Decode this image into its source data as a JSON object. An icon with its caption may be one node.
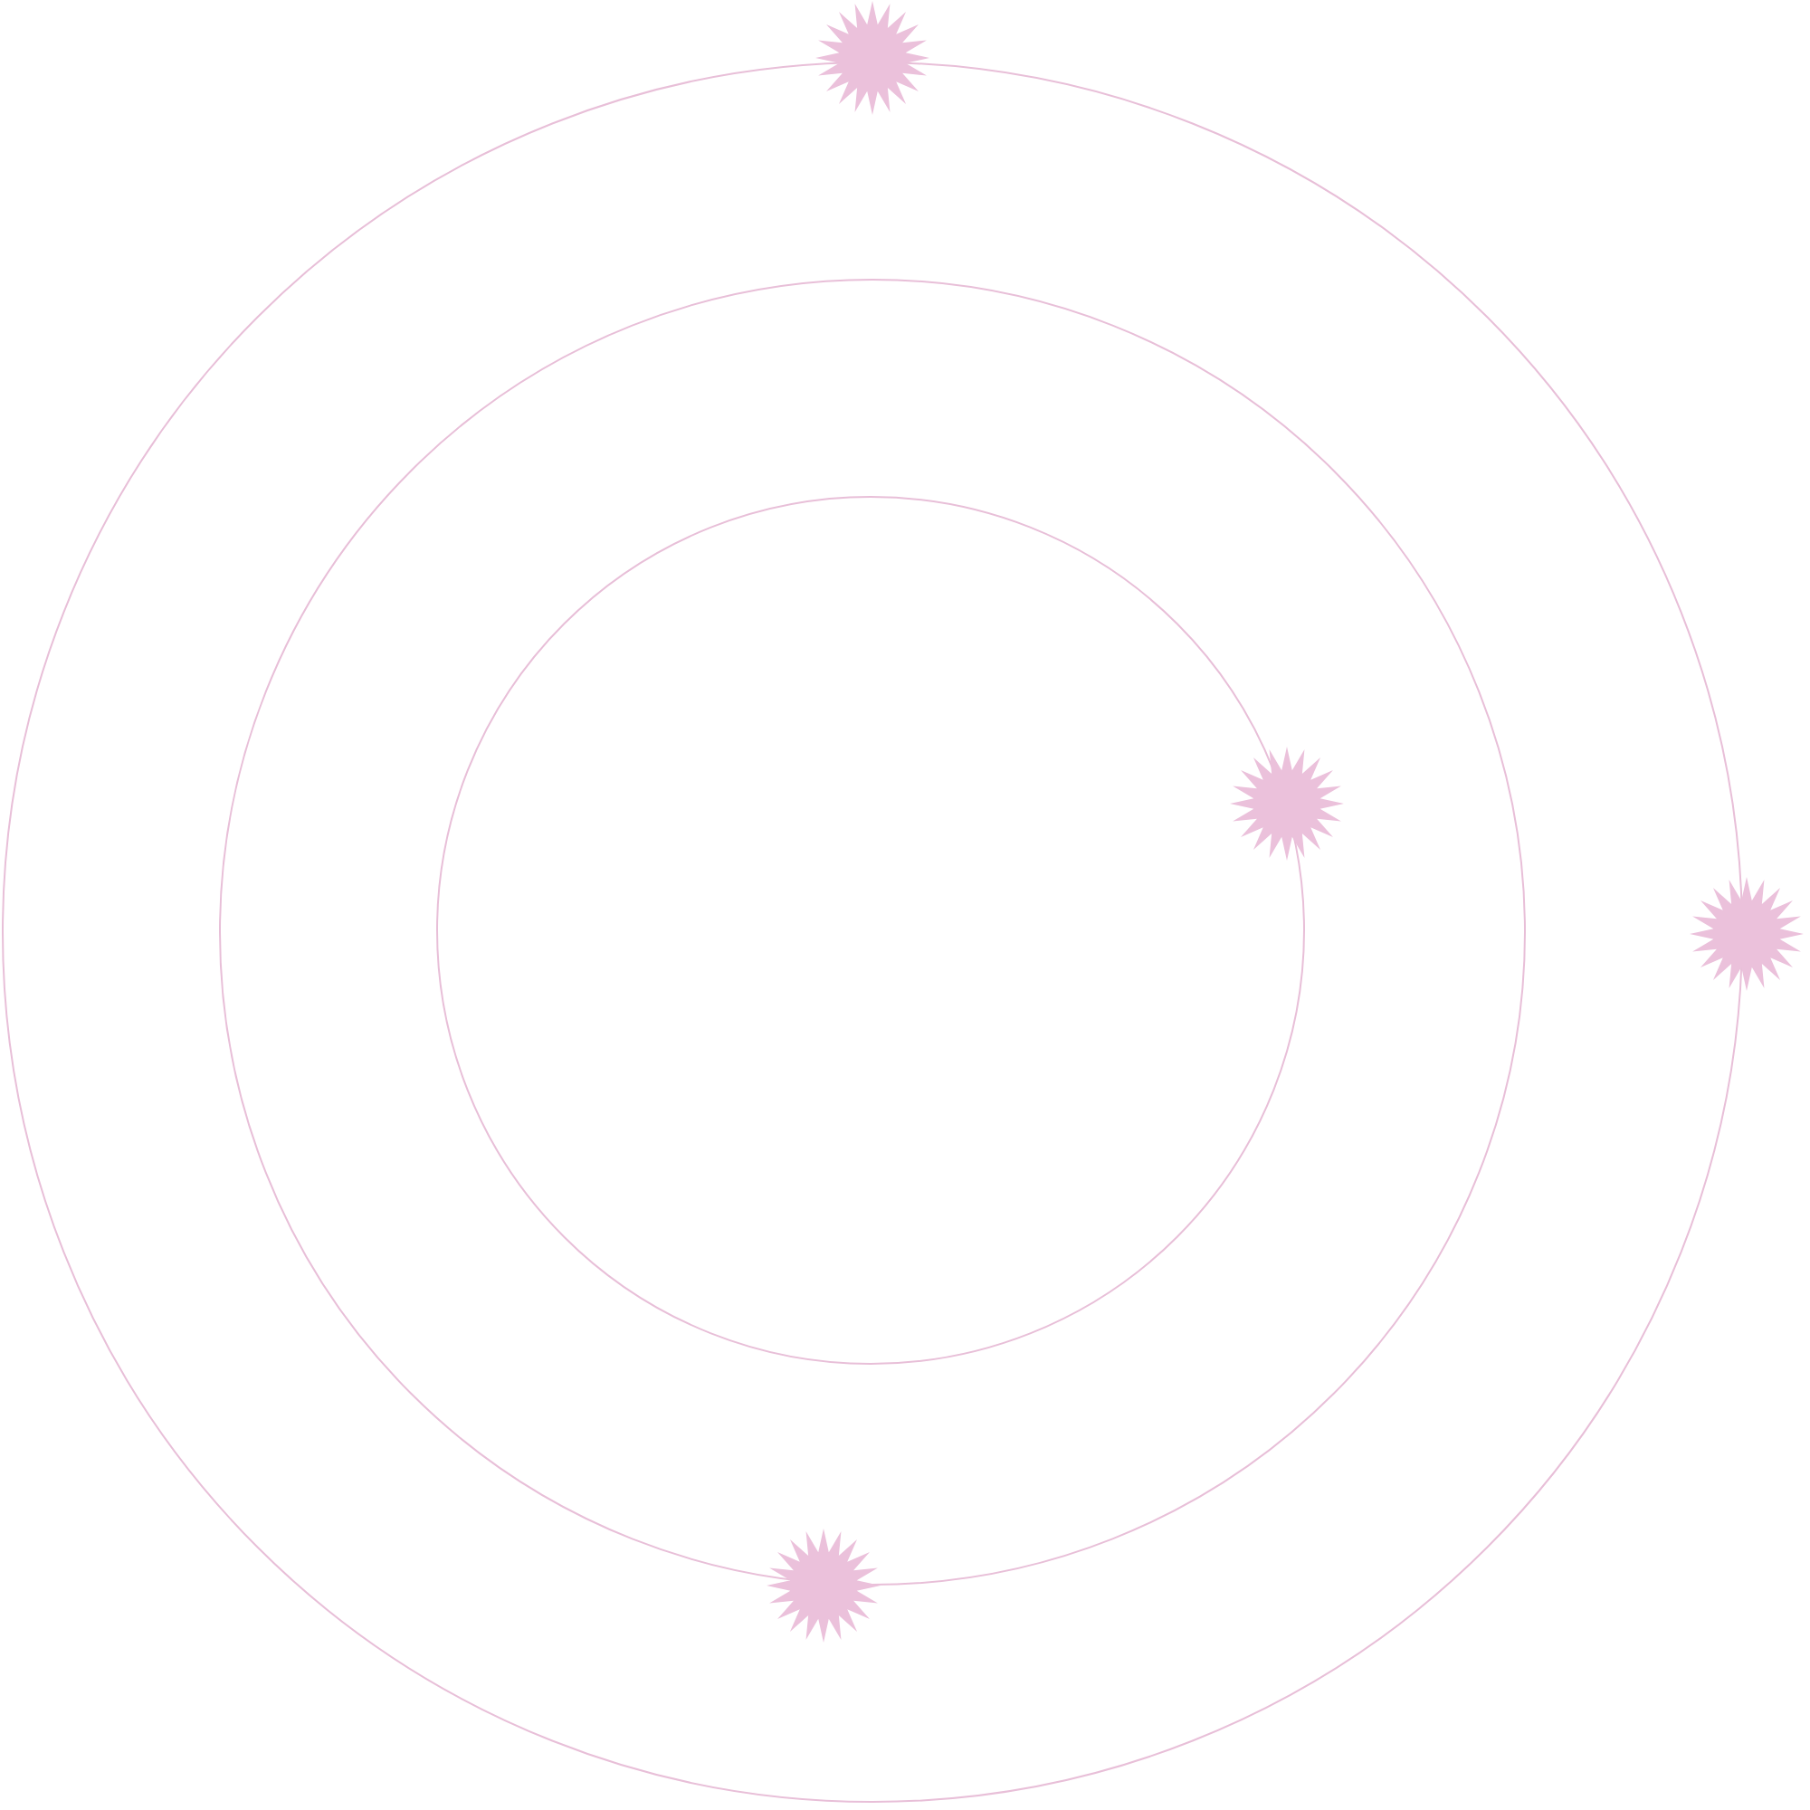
{
  "diagram": {
    "nodes": [
      {
        "text": [],
        "shape": "circle"
      },
      {
        "text": [],
        "shape": "circle",
        "in": 0
      },
      {
        "text": [],
        "shape": "circle",
        "in": 1
      },
      {
        "text": [],
        "shape": "star"
      },
      {
        "text": [],
        "shape": "star",
        "in": 1
      },
      {
        "text": [],
        "shape": "star"
      },
      {
        "text": [],
        "shape": "star",
        "in": 0
      }
    ]
  }
}
